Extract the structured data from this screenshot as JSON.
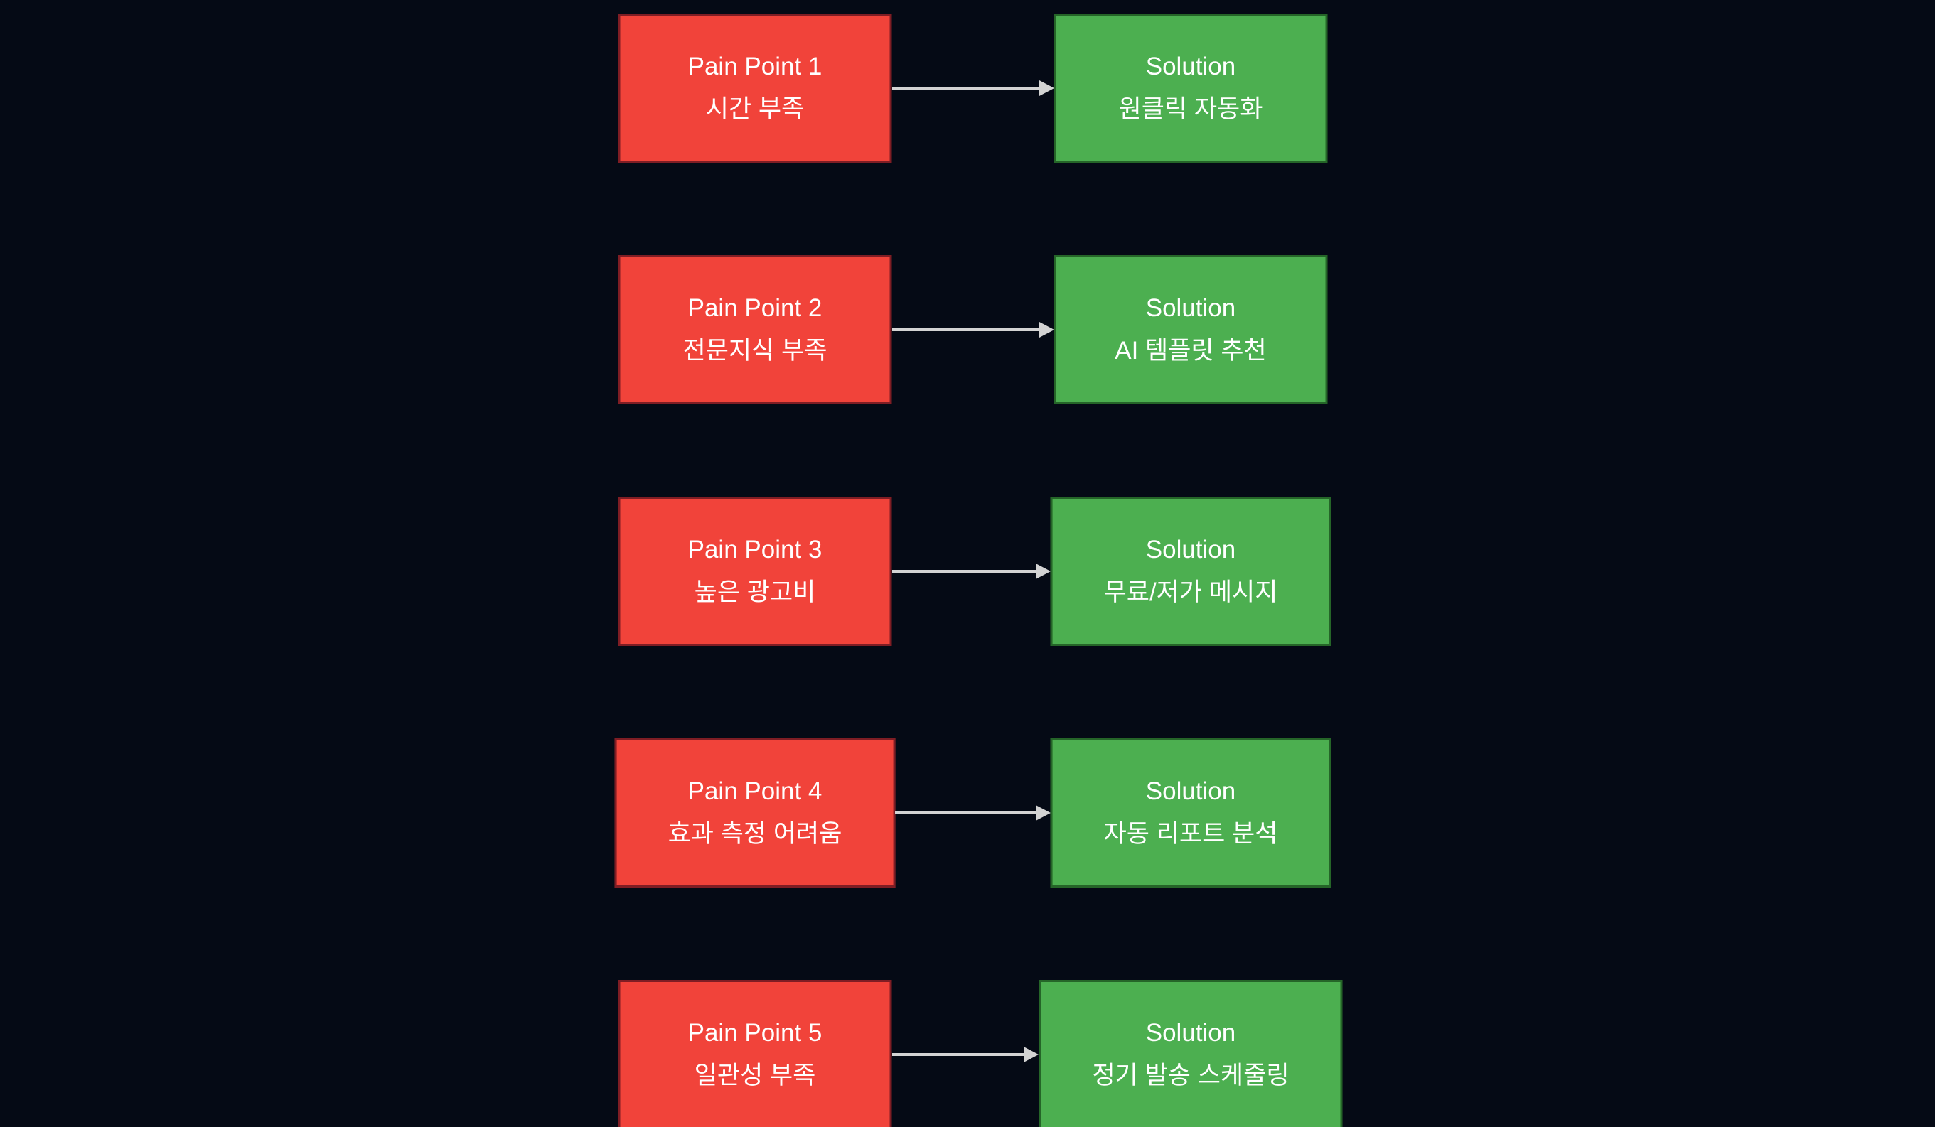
{
  "diagram": {
    "colors": {
      "background": "#050a15",
      "pain_fill": "#f1433a",
      "pain_border": "#7f1d24",
      "solution_fill": "#4caf50",
      "solution_border": "#256528",
      "arrow": "#d3d3d3",
      "text": "#ffffff"
    },
    "rows": [
      {
        "pain": {
          "title": "Pain Point 1",
          "subtitle": "시간 부족"
        },
        "solution": {
          "title": "Solution",
          "subtitle": "원클릭 자동화"
        }
      },
      {
        "pain": {
          "title": "Pain Point 2",
          "subtitle": "전문지식 부족"
        },
        "solution": {
          "title": "Solution",
          "subtitle": "AI 템플릿 추천"
        }
      },
      {
        "pain": {
          "title": "Pain Point 3",
          "subtitle": "높은 광고비"
        },
        "solution": {
          "title": "Solution",
          "subtitle": "무료/저가 메시지"
        }
      },
      {
        "pain": {
          "title": "Pain Point 4",
          "subtitle": "효과 측정 어려움"
        },
        "solution": {
          "title": "Solution",
          "subtitle": "자동 리포트 분석"
        }
      },
      {
        "pain": {
          "title": "Pain Point 5",
          "subtitle": "일관성 부족"
        },
        "solution": {
          "title": "Solution",
          "subtitle": "정기 발송 스케줄링"
        }
      }
    ]
  }
}
